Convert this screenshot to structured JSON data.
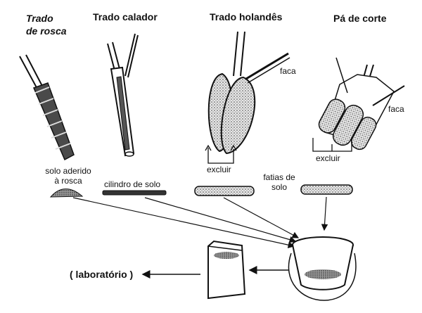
{
  "tools": {
    "trado_rosca": {
      "title_line1": "Trado",
      "title_line2": "de rosca"
    },
    "trado_calador": {
      "title": "Trado calador"
    },
    "trado_holandes": {
      "title": "Trado holandês"
    },
    "pa_de_corte": {
      "title": "Pá de corte"
    }
  },
  "labels": {
    "faca_holandes": "faca",
    "faca_pa": "faca",
    "excluir_holandes": "excluir",
    "excluir_pa": "excluir",
    "solo_aderido_line1": "solo aderido",
    "solo_aderido_line2": "à rosca",
    "cilindro": "cilindro de solo",
    "fatias_line1": "fatias de",
    "fatias_line2": "solo",
    "laboratorio": "( laboratório )"
  }
}
